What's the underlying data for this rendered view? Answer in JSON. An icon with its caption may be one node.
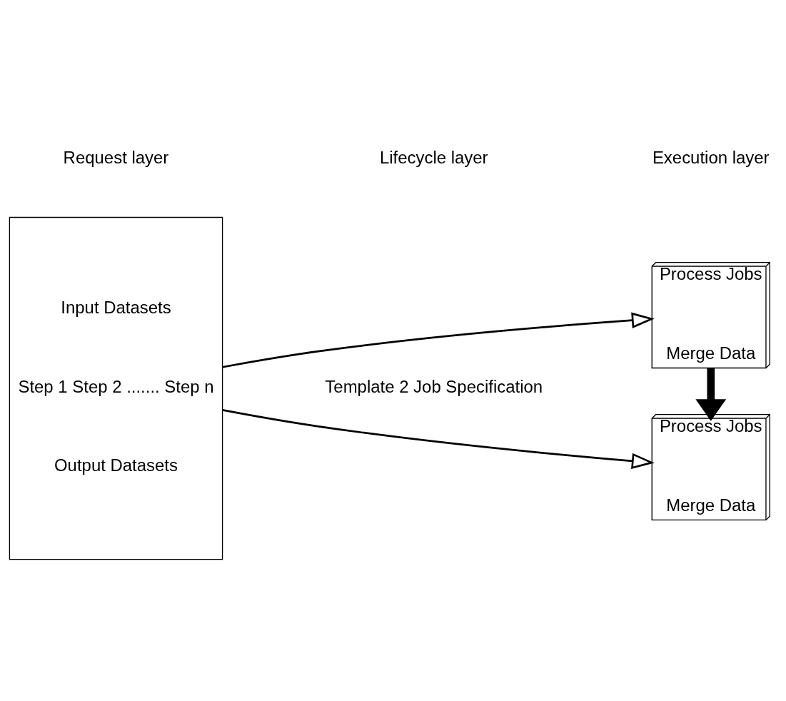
{
  "diagram": {
    "nodes": [
      {
        "text": [
          "Input Datasets",
          "Step 1 Step 2 ....... Step n",
          "Output Datasets"
        ]
      },
      {
        "text": [
          "Process Jobs",
          "Merge Data"
        ]
      },
      {
        "text": [
          "Process Jobs",
          "Merge Data"
        ]
      }
    ],
    "edges": [
      {
        "from": 0,
        "to": 1,
        "arrow": "to"
      },
      {
        "from": 0,
        "to": 2,
        "arrow": "to"
      },
      {
        "from": 1,
        "to": 2,
        "arrow": "to",
        "style": "thick",
        "color": "#000000"
      }
    ],
    "labels": [
      "Request layer",
      "Lifecycle layer",
      "Execution layer",
      "Template 2 Job Specification"
    ]
  }
}
